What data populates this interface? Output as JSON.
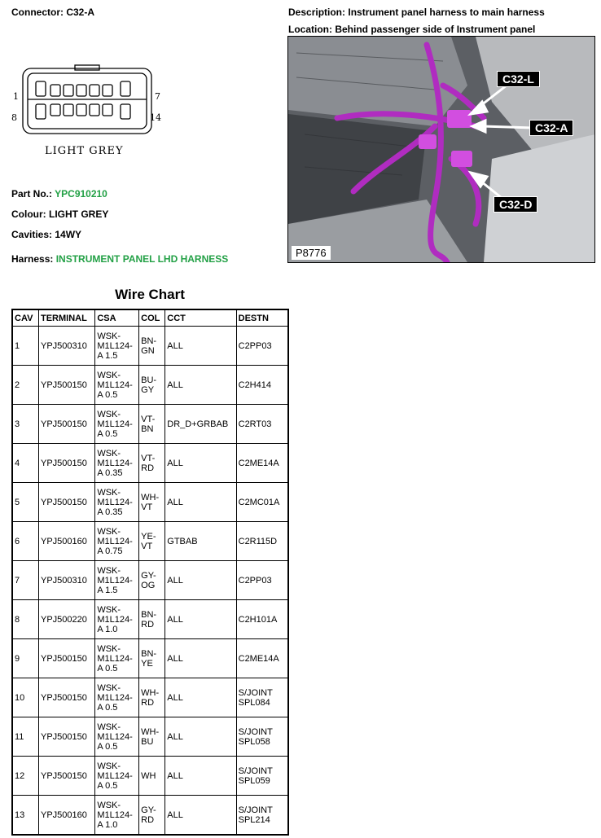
{
  "connector": {
    "label": "Connector:",
    "value": "C32-A"
  },
  "description": {
    "label": "Description:",
    "value": "Instrument panel harness to main harness"
  },
  "location": {
    "label": "Location:",
    "value": "Behind passenger side of Instrument panel"
  },
  "diagram": {
    "pin_top_left": "1",
    "pin_top_right": "7",
    "pin_bottom_left": "8",
    "pin_bottom_right": "14",
    "caption": "LIGHT GREY"
  },
  "part_no": {
    "label": "Part No.:",
    "value": "YPC910210"
  },
  "colour": {
    "label": "Colour:",
    "value": "LIGHT GREY"
  },
  "cavities": {
    "label": "Cavities:",
    "value": "14WY"
  },
  "harness": {
    "label": "Harness:",
    "value": "INSTRUMENT PANEL LHD HARNESS"
  },
  "photo": {
    "callouts": [
      "C32-L",
      "C32-A",
      "C32-D"
    ],
    "id": "P8776"
  },
  "wire_chart": {
    "title": "Wire Chart",
    "headers": [
      "CAV",
      "TERMINAL",
      "CSA",
      "COL",
      "CCT",
      "DESTN"
    ],
    "rows": [
      [
        "1",
        "YPJ500310",
        "WSK-\nM1L124-\nA 1.5",
        "BN-\nGN",
        "ALL",
        "C2PP03"
      ],
      [
        "2",
        "YPJ500150",
        "WSK-\nM1L124-\nA 0.5",
        "BU-\nGY",
        "ALL",
        "C2H414"
      ],
      [
        "3",
        "YPJ500150",
        "WSK-\nM1L124-\nA 0.5",
        "VT-\nBN",
        "DR_D+GRBAB",
        "C2RT03"
      ],
      [
        "4",
        "YPJ500150",
        "WSK-\nM1L124-\nA 0.35",
        "VT-\nRD",
        "ALL",
        "C2ME14A"
      ],
      [
        "5",
        "YPJ500150",
        "WSK-\nM1L124-\nA 0.35",
        "WH-\nVT",
        "ALL",
        "C2MC01A"
      ],
      [
        "6",
        "YPJ500160",
        "WSK-\nM1L124-\nA 0.75",
        "YE-\nVT",
        "GTBAB",
        "C2R115D"
      ],
      [
        "7",
        "YPJ500310",
        "WSK-\nM1L124-\nA 1.5",
        "GY-\nOG",
        "ALL",
        "C2PP03"
      ],
      [
        "8",
        "YPJ500220",
        "WSK-\nM1L124-\nA 1.0",
        "BN-\nRD",
        "ALL",
        "C2H101A"
      ],
      [
        "9",
        "YPJ500150",
        "WSK-\nM1L124-\nA 0.5",
        "BN-\nYE",
        "ALL",
        "C2ME14A"
      ],
      [
        "10",
        "YPJ500150",
        "WSK-\nM1L124-\nA 0.5",
        "WH-\nRD",
        "ALL",
        "S/JOINT\nSPL084"
      ],
      [
        "11",
        "YPJ500150",
        "WSK-\nM1L124-\nA 0.5",
        "WH-\nBU",
        "ALL",
        "S/JOINT\nSPL058"
      ],
      [
        "12",
        "YPJ500150",
        "WSK-\nM1L124-\nA 0.5",
        "WH",
        "ALL",
        "S/JOINT\nSPL059"
      ],
      [
        "13",
        "YPJ500160",
        "WSK-\nM1L124-\nA 1.0",
        "GY-\nRD",
        "ALL",
        "S/JOINT\nSPL214"
      ]
    ]
  }
}
